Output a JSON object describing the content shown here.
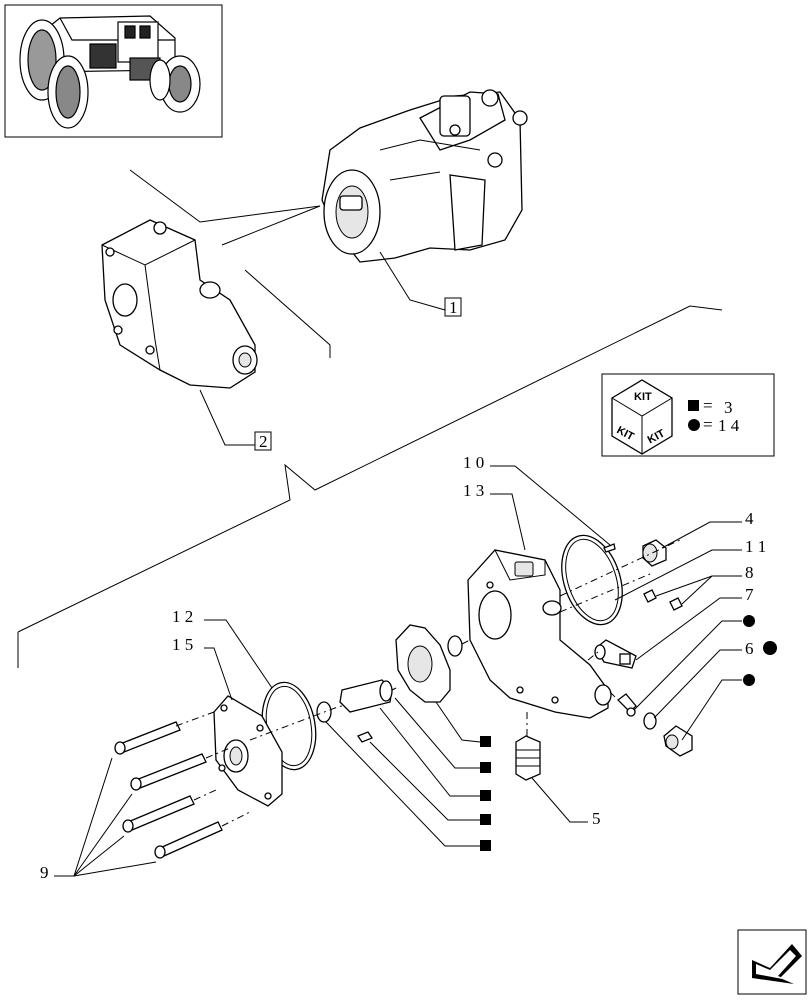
{
  "callouts": {
    "c1": "1",
    "c2": "2",
    "c3": "3",
    "c4": "4",
    "c5": "5",
    "c6": "6",
    "c7": "7",
    "c8": "8",
    "c9": "9",
    "c10": "1 0",
    "c11": "1 1",
    "c12": "1 2",
    "c13": "1 3",
    "c14": "1 4",
    "c15": "1 5"
  },
  "kit_legend": {
    "kit_text": "KIT",
    "eq": "=",
    "square_count": "3",
    "circle_count": "1 4"
  }
}
